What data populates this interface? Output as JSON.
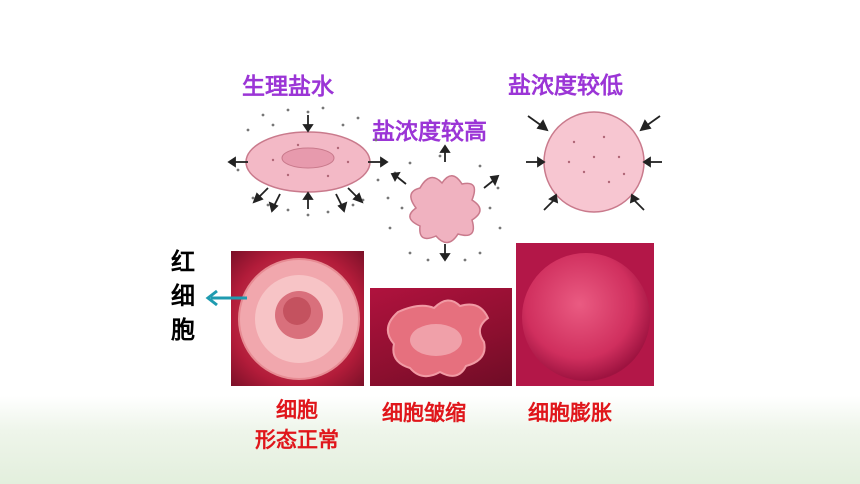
{
  "labels": {
    "saline": "生理盐水",
    "high_salt": "盐浓度较高",
    "low_salt": "盐浓度较低",
    "red_cell": [
      "红",
      "细",
      "胞"
    ],
    "normal_line1": "细胞",
    "normal_line2": "形态正常",
    "shrink": "细胞皱缩",
    "swell": "细胞膨胀"
  },
  "colors": {
    "purple_label": "#9b35d6",
    "red_label": "#e0161b",
    "arrow_teal": "#1f9bb0",
    "cell_pink": "#f3b9c6",
    "photo_red": "#c4163f"
  },
  "icons": {
    "pointer": "left-arrow-icon"
  }
}
